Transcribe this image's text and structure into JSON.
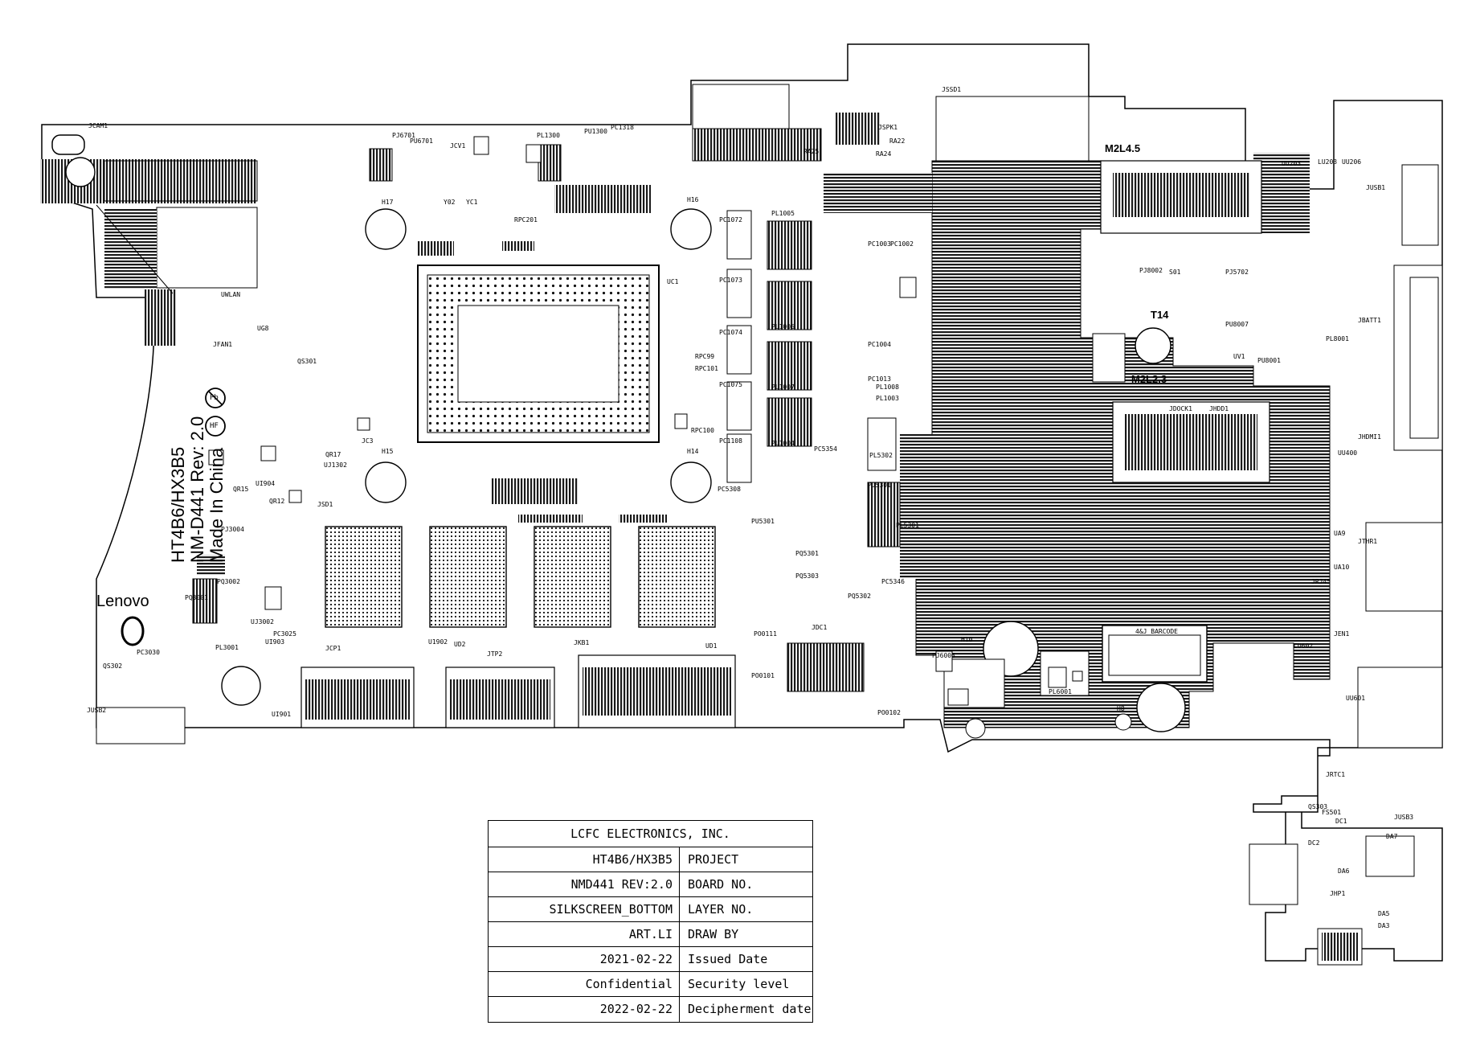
{
  "board": {
    "brand": "Lenovo",
    "brand_mark": "O",
    "model": "HT4B6/HX3B5",
    "part": "NM-D441 Rev: 2.0",
    "origin": "Made In China",
    "barcode_label": "4&J BARCODE",
    "layer_markers": [
      "M2L4.5",
      "T14",
      "M2L2.3"
    ],
    "compliance_marks": [
      "Pb",
      "HF"
    ]
  },
  "title_block": {
    "company": "LCFC ELECTRONICS, INC.",
    "rows": [
      {
        "field": "PROJECT",
        "value": "HT4B6/HX3B5"
      },
      {
        "field": "BOARD NO.",
        "value": "NMD441   REV:2.0"
      },
      {
        "field": "LAYER NO.",
        "value": "SILKSCREEN_BOTTOM"
      },
      {
        "field": "DRAW BY",
        "value": "ART.LI"
      },
      {
        "field": "Issued  Date",
        "value": "2021-02-22"
      },
      {
        "field": "Security level",
        "value": "Confidential"
      },
      {
        "field": "Decipherment date",
        "value": "2022-02-22"
      }
    ]
  },
  "silkscreen_labels": [
    "JCAM1",
    "PJ6701",
    "PU6701",
    "JCV1",
    "PL1300",
    "PU1300",
    "PC1318",
    "JSSD1",
    "JSPK1",
    "RA22",
    "RA24",
    "RA25",
    "H17",
    "Y02",
    "YC1",
    "RPC201",
    "H16",
    "PL1005",
    "PC1003",
    "PC1002",
    "PL1006",
    "PL1007",
    "PC1004",
    "PC1013",
    "PL1008",
    "PL1003",
    "PL1004",
    "PC1075",
    "PC1074",
    "PC1073",
    "PC1072",
    "PC1108",
    "RPC99",
    "RPC101",
    "RPC100",
    "UC1",
    "H15",
    "H14",
    "JC3",
    "QR17",
    "UJ1302",
    "QR15",
    "QR12",
    "UI904",
    "UI903",
    "JSD1",
    "PJ3004",
    "PQ3002",
    "PQ3001",
    "PC3030",
    "QS302",
    "PL3001",
    "UJ3002",
    "PC3025",
    "JCP1",
    "JTP2",
    "JKB1",
    "PO0101",
    "PO0102",
    "UD1",
    "UD2",
    "U1902",
    "UI901",
    "JUSB2",
    "JFAN1",
    "UWLAN",
    "UG8",
    "QS301",
    "PQ5301",
    "PQ5303",
    "PQ5302",
    "PL5302",
    "PJ5301",
    "PL5301",
    "PU5301",
    "PC5308",
    "PC5346",
    "PC5354",
    "JDC1",
    "PO0111",
    "H10",
    "H8",
    "PJ6003",
    "PL6001",
    "UU203",
    "LU203",
    "UU206",
    "JUSB1",
    "JBATT1",
    "JHDMI1",
    "JRJ45",
    "UA10",
    "UA9",
    "JEN1",
    "CU602",
    "UU601",
    "JUSB3",
    "DA7",
    "DA5",
    "DA3",
    "DA6",
    "JHP1",
    "JRTC1",
    "QS303",
    "FS501",
    "DC1",
    "DC2",
    "S01",
    "PJ5702",
    "PJ8002",
    "UV1",
    "PU8001",
    "PU8007",
    "PL8001",
    "UU400",
    "JDOCK1",
    "JHDD1",
    "JTHR1",
    "JEN1"
  ]
}
